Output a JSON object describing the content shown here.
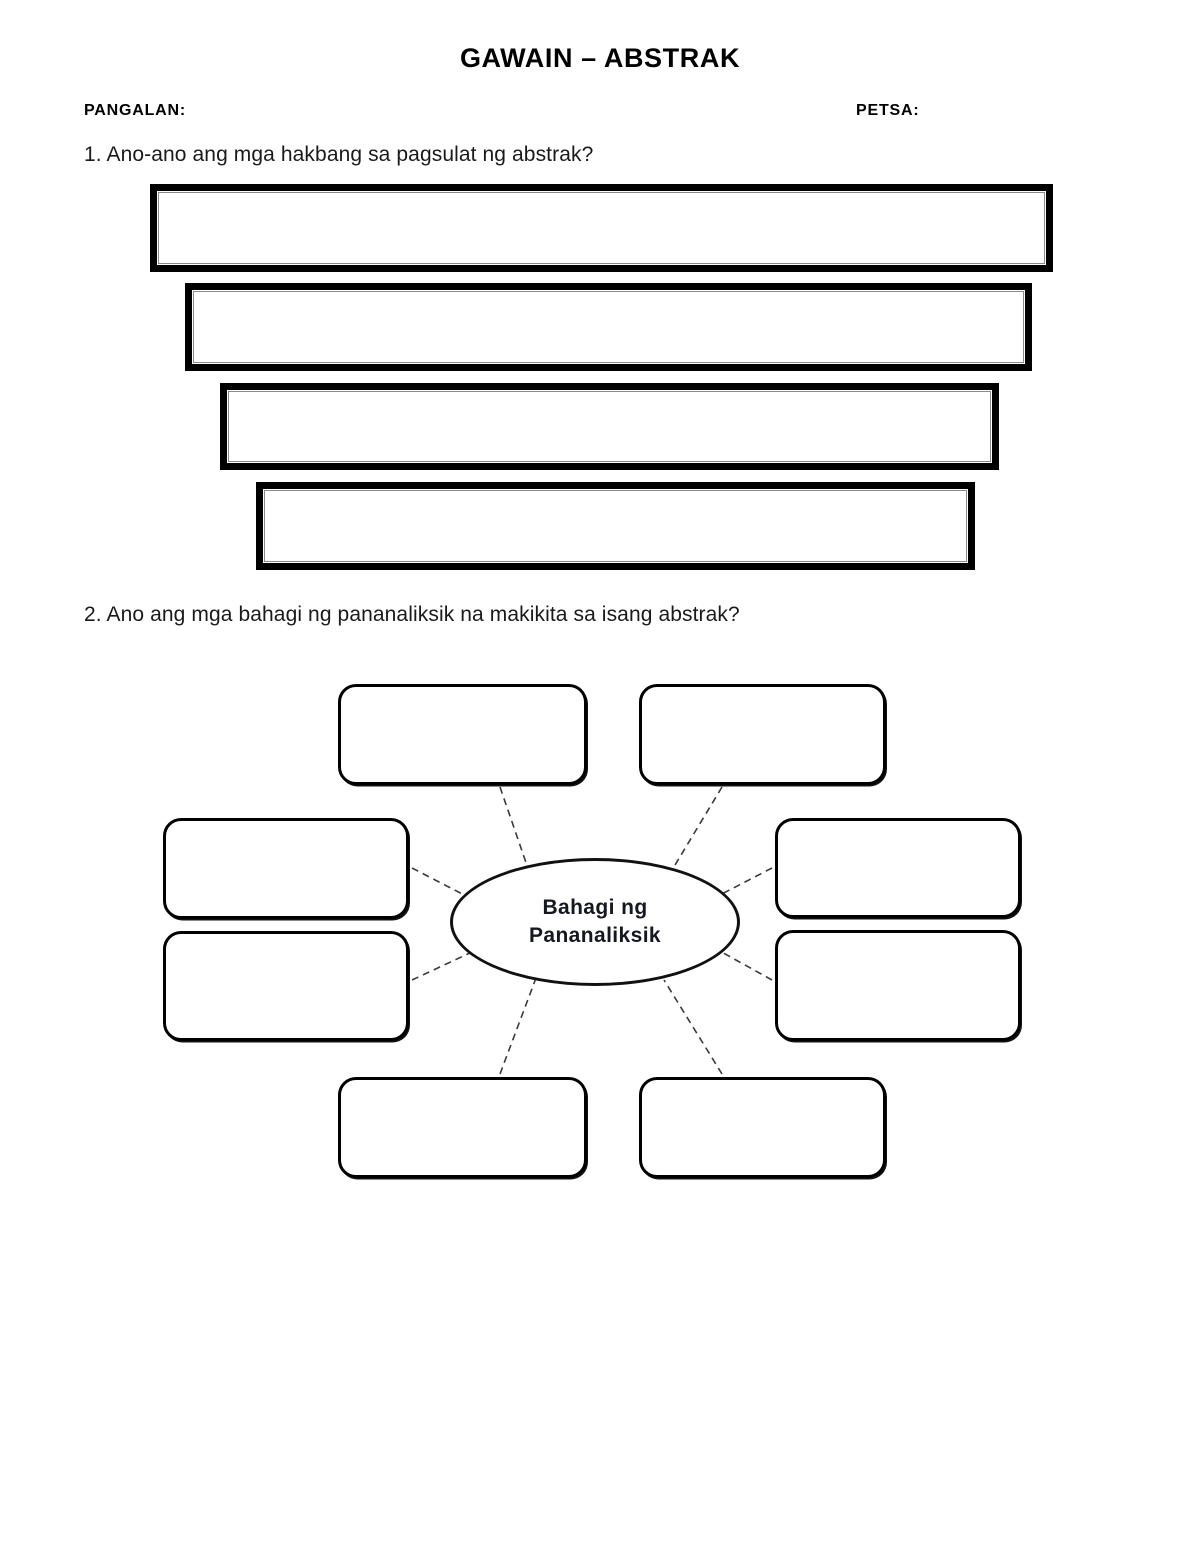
{
  "document": {
    "title": "GAWAIN – ABSTRAK",
    "meta": {
      "name_label": "PANGALAN:",
      "date_label": "PETSA:",
      "name_value": "",
      "date_value": ""
    },
    "questions": [
      {
        "number": "1.",
        "text": "1. Ano-ano ang mga hakbang sa pagsulat ng abstrak?",
        "answer_type": "funnel-boxes",
        "boxes": [
          {
            "index": 1,
            "value": ""
          },
          {
            "index": 2,
            "value": ""
          },
          {
            "index": 3,
            "value": ""
          },
          {
            "index": 4,
            "value": ""
          }
        ]
      },
      {
        "number": "2.",
        "text": "2. Ano ang mga bahagi ng pananaliksik na makikita sa isang abstrak?",
        "answer_type": "mind-map",
        "center": {
          "line1": "Bahagi ng",
          "line2": "Pananaliksik"
        },
        "boxes": [
          {
            "position": "top-left",
            "value": ""
          },
          {
            "position": "top-right",
            "value": ""
          },
          {
            "position": "left-upper",
            "value": ""
          },
          {
            "position": "left-lower",
            "value": ""
          },
          {
            "position": "right-upper",
            "value": ""
          },
          {
            "position": "right-lower",
            "value": ""
          },
          {
            "position": "bottom-left",
            "value": ""
          },
          {
            "position": "bottom-right",
            "value": ""
          }
        ]
      }
    ],
    "colors": {
      "page_background": "#ffffff",
      "ink": "#000000",
      "center_text": "#16181f",
      "connector": "#3a3a3a"
    }
  }
}
